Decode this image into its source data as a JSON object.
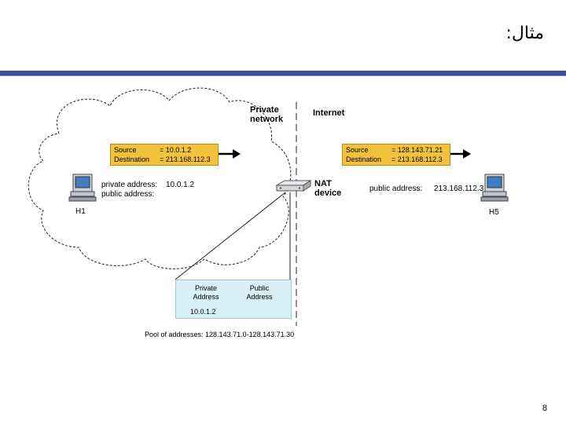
{
  "title": "مثال:",
  "labels": {
    "private_network": [
      "Private",
      "network"
    ],
    "internet": "Internet",
    "nat_device": [
      "NAT",
      "device"
    ],
    "h1": "H1",
    "h5": "H5",
    "h1_private_address_label": "private address:",
    "h1_private_address_value": "10.0.1.2",
    "h1_public_address_label": "public address:",
    "h5_public_address_label": "public address:",
    "h5_public_address_value": "213.168.112.3",
    "pool": "Pool of addresses: 128.143.71.0-128.143.71.30"
  },
  "packet_private": {
    "source_label": "Source",
    "source_value": "= 10.0.1.2",
    "dest_label": "Destination",
    "dest_value": "= 213.168.112.3"
  },
  "packet_public": {
    "source_label": "Source",
    "source_value": "= 128.143.71.21",
    "dest_label": "Destination",
    "dest_value": "= 213.168.112.3"
  },
  "nat_table": {
    "headers": [
      [
        "Private",
        "Address"
      ],
      [
        "Public",
        "Address"
      ]
    ],
    "rows": [
      [
        "10.0.1.2",
        ""
      ]
    ]
  },
  "page_number": "8",
  "colors": {
    "title_rule": "#3b4a9c",
    "packet_box": "#f3c23c",
    "nat_table_bg": "#d7f1f6"
  }
}
